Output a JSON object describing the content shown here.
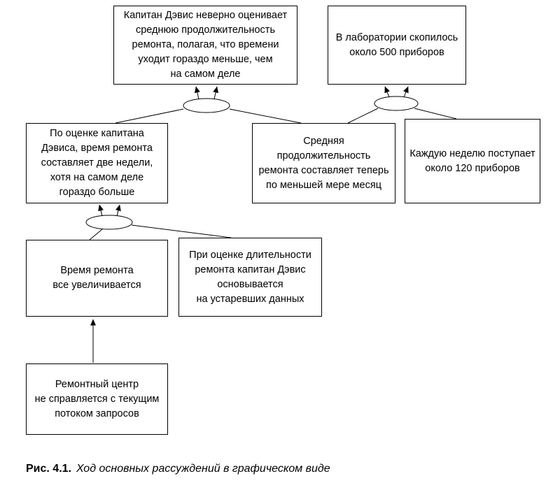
{
  "figure": {
    "boxes": {
      "davis_misjudges": "Капитан Дэвис неверно оценивает\nсреднюю продолжительность\nремонта, полагая, что времени\nуходит гораздо меньше, чем\nна самом деле",
      "lab_overflow": "В лаборатории скопилось\nоколо 500 приборов",
      "davis_estimate": "По оценке капитана\nДэвиса, время ремонта\nсоставляет две недели,\nхотя на самом деле\nгораздо больше",
      "avg_duration": "Средняя\nпродолжительность\nремонта составляет теперь\nпо меньшей мере месяц",
      "weekly_intake": "Каждую неделю поступает\nоколо 120 приборов",
      "repair_time_growing": "Время ремонта\nвсе увеличивается",
      "outdated_data": "При оценке длительности\nремонта капитан Дэвис\nосновывается\nна устаревших данных",
      "center_overloaded": "Ремонтный центр\nне справляется с текущим\nпотоком запросов"
    },
    "caption_label": "Рис. 4.1.",
    "caption_text": "Ход основных рассуждений в графическом виде"
  }
}
